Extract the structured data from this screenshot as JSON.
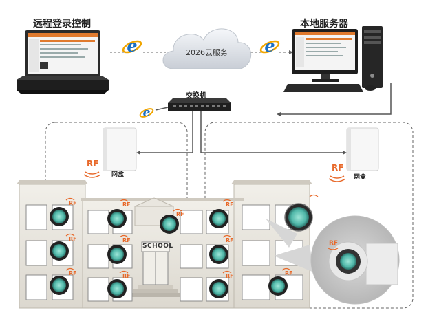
{
  "labels": {
    "remote_control": "远程登录控制",
    "cloud_service": "2026云服务",
    "local_server": "本地服务器",
    "switch": "交换机",
    "gateway_box": "网盒",
    "rf": "RF",
    "school_sign": "SCHOOL"
  },
  "colors": {
    "ie_blue": "#1a6fc4",
    "ie_ring": "#f0a500",
    "rf_orange": "#e8692a",
    "screen_green": "#7fd8c8",
    "cloud_gray": "#e6e8ec",
    "dashed_line": "#666666",
    "ui_orange": "#e07a2e"
  },
  "icons": [
    "laptop-icon",
    "cloud-icon",
    "ie-browser-icon",
    "desktop-pc-icon",
    "network-switch-icon",
    "gateway-box-icon",
    "rf-signal-icon",
    "thermostat-icon",
    "school-building-icon"
  ]
}
